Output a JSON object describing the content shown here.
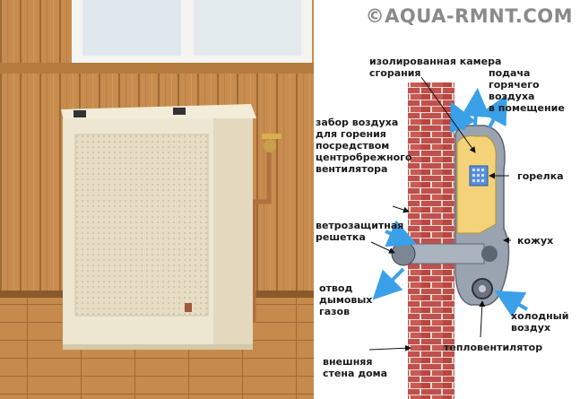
{
  "watermark": "©AQUA-RMNT.COM",
  "labels": {
    "chamber": "изолированная камера\nсгорания",
    "hot_air": "подача\nгорячего\nвоздуха\nв помещение",
    "intake": "забор воздуха\nдля горения\nпосредством\nцентробрежного\nвентилятора",
    "burner": "горелка",
    "grille": "ветрозащитная\nрешетка",
    "casing": "кожух",
    "exhaust": "отвод\nдымовых\nгазов",
    "cold_air": "холодный\nвоздух",
    "fan": "тепловентилятор",
    "wall": "внешняя\nстена дома"
  },
  "colors": {
    "brick": "#c0504d",
    "mortar": "#e8d8d0",
    "casing": "#9aa3b0",
    "chamber": "#f3d27a",
    "burner": "#5a8fd8",
    "arrow_hot": "#3aa0e8",
    "heater": "#ece4cf"
  }
}
